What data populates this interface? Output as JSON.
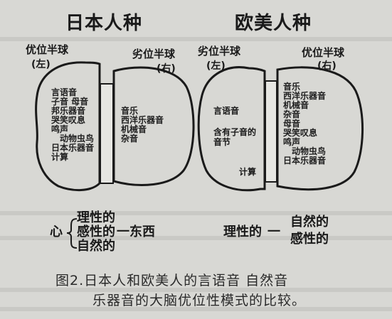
{
  "titles": {
    "japanese": "日本人种",
    "western": "欧美人种"
  },
  "hemispheres": {
    "dominant": "优位半球",
    "subordinate": "劣位半球"
  },
  "sides": {
    "left": "(左)",
    "right": "(右)"
  },
  "jp_left_items": [
    "言语音",
    "子音  母音",
    "邦乐器音",
    "哭笑叹息",
    "鸣声",
    "动物虫鸟",
    "日本乐器音",
    "计算"
  ],
  "jp_right_items": [
    "音乐",
    "西洋乐器音",
    "机械音",
    "杂音"
  ],
  "we_left_items": [
    "言语音",
    "含有子音的",
    "音节"
  ],
  "we_left_calc": "计算",
  "we_right_items": [
    "音乐",
    "西洋乐器音",
    "机械音",
    "杂音",
    "母音",
    "哭笑叹息",
    "鸣声",
    "动物虫鸟",
    "日本乐器音"
  ],
  "bottom_left": {
    "heart": "心",
    "rational": "理性的",
    "emotional": "感性的",
    "natural": "自然的",
    "unity": "一东西"
  },
  "bottom_right": {
    "rational": "理性的",
    "dash": "一",
    "natural": "自然的",
    "emotional": "感性的"
  },
  "caption": {
    "line1": "图2.日本人和欧美人的言语音  自然音",
    "line2": "乐器音的大脑优位性模式的比较。"
  }
}
